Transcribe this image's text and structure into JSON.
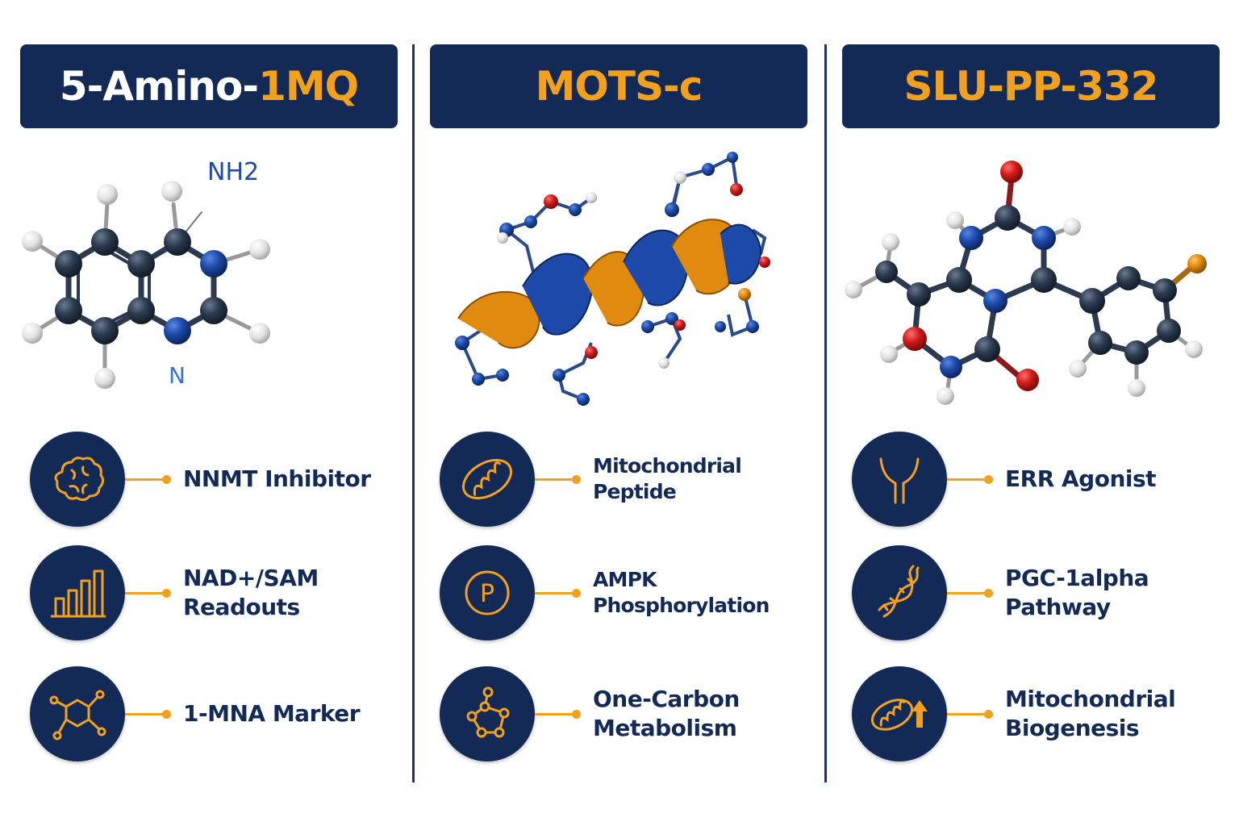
{
  "columns": [
    {
      "title_part1": "5-Amino-",
      "title_part2": "1MQ",
      "molecule_labels": {
        "nh2": "NH2",
        "n": "N"
      },
      "features": [
        {
          "icon": "brain-icon",
          "line1": "NNMT Inhibitor",
          "line2": ""
        },
        {
          "icon": "bar-chart-icon",
          "line1": "NAD+/SAM",
          "line2": "Readouts"
        },
        {
          "icon": "molecule-icon",
          "line1": "1-MNA Marker",
          "line2": ""
        }
      ]
    },
    {
      "title_part1": "",
      "title_part2": "MOTS-c",
      "features": [
        {
          "icon": "mitochondria-icon",
          "line1": "Mitochondrial Peptide",
          "line2": ""
        },
        {
          "icon": "phosphate-p-icon",
          "p_letter": "P",
          "line1": "AMPK Phosphorylation",
          "line2": ""
        },
        {
          "icon": "network-icon",
          "line1": "One-Carbon",
          "line2": "Metabolism"
        }
      ]
    },
    {
      "title_part1": "",
      "title_part2": "SLU-PP-332",
      "features": [
        {
          "icon": "receptor-icon",
          "line1": "ERR Agonist",
          "line2": ""
        },
        {
          "icon": "dna-icon",
          "line1": "PGC-1alpha",
          "line2": "Pathway"
        },
        {
          "icon": "mitochondria-up-icon",
          "line1": "Mitochondrial",
          "line2": "Biogenesis"
        }
      ]
    }
  ],
  "colors": {
    "navy": "#132a57",
    "orange": "#f2a11f",
    "atom_dark": "#2b3a4f",
    "atom_blue": "#1d4aa8",
    "atom_red": "#d11a1a",
    "atom_white": "#e6e6e6"
  }
}
